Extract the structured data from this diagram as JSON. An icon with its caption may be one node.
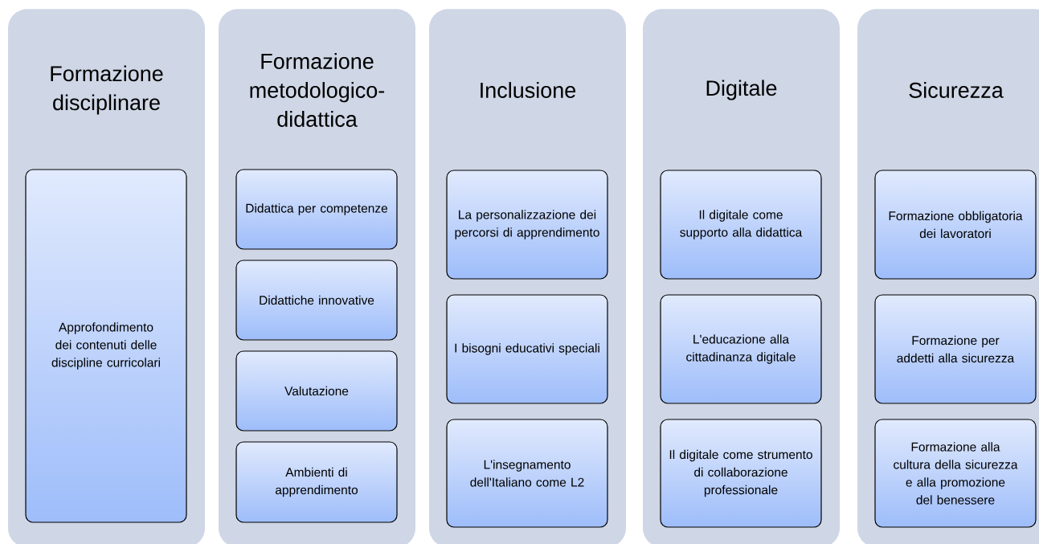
{
  "diagram": {
    "nodes": [
      {
        "text": [
          "Formazione disciplinare"
        ]
      },
      {
        "text": [
          "Approfondimento dei  contenuti delle discipline curricolari"
        ],
        "in": 0
      },
      {
        "text": [
          "Formazione metodologico-didattica"
        ]
      },
      {
        "text": [
          "Didattica per competenze"
        ],
        "in": 2
      },
      {
        "text": [
          "Didattiche innovative"
        ],
        "in": 2
      },
      {
        "text": [
          "Valutazione"
        ],
        "in": 2
      },
      {
        "text": [
          "Ambienti di apprendimento"
        ],
        "in": 2
      },
      {
        "text": [
          "Inclusione"
        ]
      },
      {
        "text": [
          "La personalizzazione dei percorsi di apprendimento"
        ],
        "in": 7
      },
      {
        "text": [
          "I bisogni educativi speciali"
        ],
        "in": 7
      },
      {
        "text": [
          "L'insegnamento dell'Italiano come L2"
        ],
        "in": 7
      },
      {
        "text": [
          "Digitale"
        ]
      },
      {
        "text": [
          "Il digitale come supporto alla didattica"
        ],
        "in": 11
      },
      {
        "text": [
          "L'educazione alla cittadinanza digitale"
        ],
        "in": 11
      },
      {
        "text": [
          "Il digitale come strumento di collaborazione professionale"
        ],
        "in": 11
      },
      {
        "text": [
          "Sicurezza"
        ]
      },
      {
        "text": [
          "Formazione obbligatoria dei lavoratori"
        ],
        "in": 15
      },
      {
        "text": [
          "Formazione per addetti alla sicurezza"
        ],
        "in": 15
      },
      {
        "text": [
          "Formazione alla cultura della sicurezza e alla promozione del benessere"
        ],
        "in": 15
      }
    ]
  }
}
